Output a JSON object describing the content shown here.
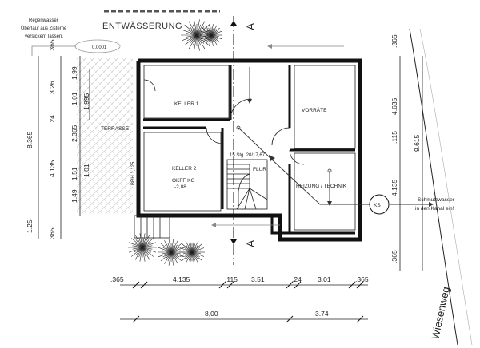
{
  "header": {
    "title": "ENTWÄSSERUNG",
    "note_lines": [
      "Regenwasser",
      "Überlauf aus Zisterne",
      "versickern lassen."
    ],
    "tank_label": "0.0001",
    "section_marker": "A"
  },
  "rooms": {
    "keller1": "KELLER 1",
    "vorraete": "VORRÄTE",
    "terrasse": "TERRASSE",
    "keller2": "KELLER 2",
    "okff_line1": "OKFF KG",
    "okff_line2": "-2,88",
    "flur": "FLUR",
    "heizung": "HEIZUNG / TECHNIK",
    "stair_note": "15 Stg. 20/17,67",
    "brh_note": "BRH 1,125"
  },
  "ks": {
    "label": "KS",
    "note_line1": "Schmutzwasser",
    "note_line2": "in den Kanal ein!"
  },
  "street": "Wiesenweg",
  "dims_left_outer": [
    "8.365",
    "1.25"
  ],
  "dims_left_mid": [
    ".365",
    "3.26",
    ".24",
    "4.135",
    "1.49",
    ".365"
  ],
  "dims_left_inner": [
    "1.99",
    "1.01",
    "2.365",
    "1.51"
  ],
  "dims_left_inner2": [
    "1.995",
    "1.01"
  ],
  "dims_right": [
    ".365",
    "4.635",
    ".115",
    "4.135",
    ".365"
  ],
  "dims_right_total": "9.615",
  "dims_bottom_row1": [
    ".365",
    "4.135",
    ".115",
    "3.51",
    ".24",
    "3.01",
    ".365"
  ],
  "dims_bottom_row2": [
    "8,00",
    "3.74"
  ]
}
